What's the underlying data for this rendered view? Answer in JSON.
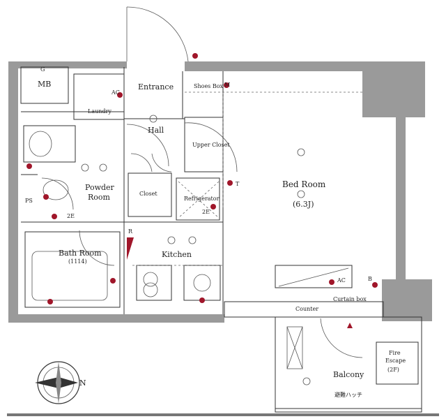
{
  "rooms": {
    "mb": "MB",
    "mb_mark": "G",
    "entrance": "Entrance",
    "shoes_box": "Shoes Box",
    "laundry": "Laundry",
    "hall": "Hall",
    "upper_closet": "Upper Closet",
    "bed_room": "Bed Room",
    "bed_room_size": "(6.3J)",
    "powder_room_line1": "Powder",
    "powder_room_line2": "Room",
    "closet": "Closet",
    "refrigerator": "Refrigerator",
    "ps": "PS",
    "r_mark": "R",
    "kitchen": "Kitchen",
    "bath_room": "Bath Room",
    "bath_size": "(1114)",
    "counter": "Counter",
    "curtain_box": "Curtain box",
    "balcony": "Balcony",
    "fire_escape_line1": "Fire",
    "fire_escape_line2": "Escape",
    "fire_escape_line3": "(2F)",
    "balcony_note": "避難ハッチ"
  },
  "symbols": {
    "ac": "AC",
    "ac2": "AC",
    "m": "M",
    "b": "B",
    "ze1": "2E",
    "ze2": "2E",
    "t": "T"
  },
  "compass": {
    "north": "N"
  }
}
